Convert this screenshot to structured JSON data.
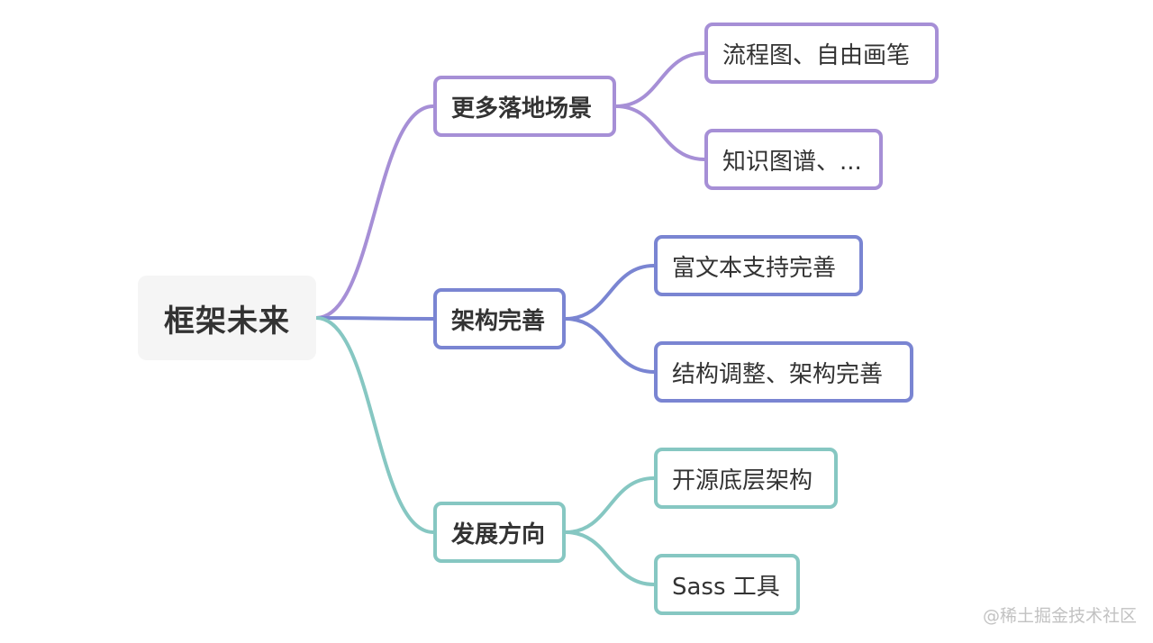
{
  "root": {
    "label": "框架未来"
  },
  "branches": [
    {
      "label": "更多落地场景",
      "color": "#a68fd6",
      "children": [
        {
          "label": "流程图、自由画笔"
        },
        {
          "label": "知识图谱、..."
        }
      ]
    },
    {
      "label": "架构完善",
      "color": "#7a85d2",
      "children": [
        {
          "label": "富文本支持完善"
        },
        {
          "label": "结构调整、架构完善"
        }
      ]
    },
    {
      "label": "发展方向",
      "color": "#86c7c2",
      "children": [
        {
          "label": "开源底层架构"
        },
        {
          "label": "Sass 工具"
        }
      ]
    }
  ],
  "watermark": "@稀土掘金技术社区"
}
